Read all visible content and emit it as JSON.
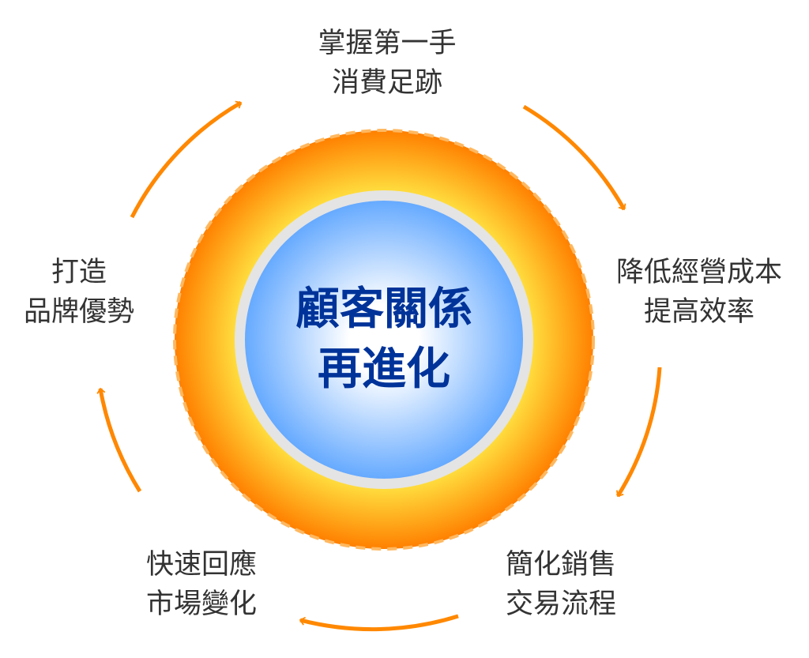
{
  "center": {
    "line1": "顧客關係",
    "line2": "再進化"
  },
  "steps": [
    {
      "line1": "掌握第一手",
      "line2": "消費足跡"
    },
    {
      "line1": "降低經營成本",
      "line2": "提高效率"
    },
    {
      "line1": "簡化銷售",
      "line2": "交易流程"
    },
    {
      "line1": "快速回應",
      "line2": "市場變化"
    },
    {
      "line1": "打造",
      "line2": "品牌優勢"
    }
  ],
  "colors": {
    "arrow": "#ff8800",
    "text": "#333333",
    "center_text": "#003399",
    "ring": "#e4e4e4"
  }
}
